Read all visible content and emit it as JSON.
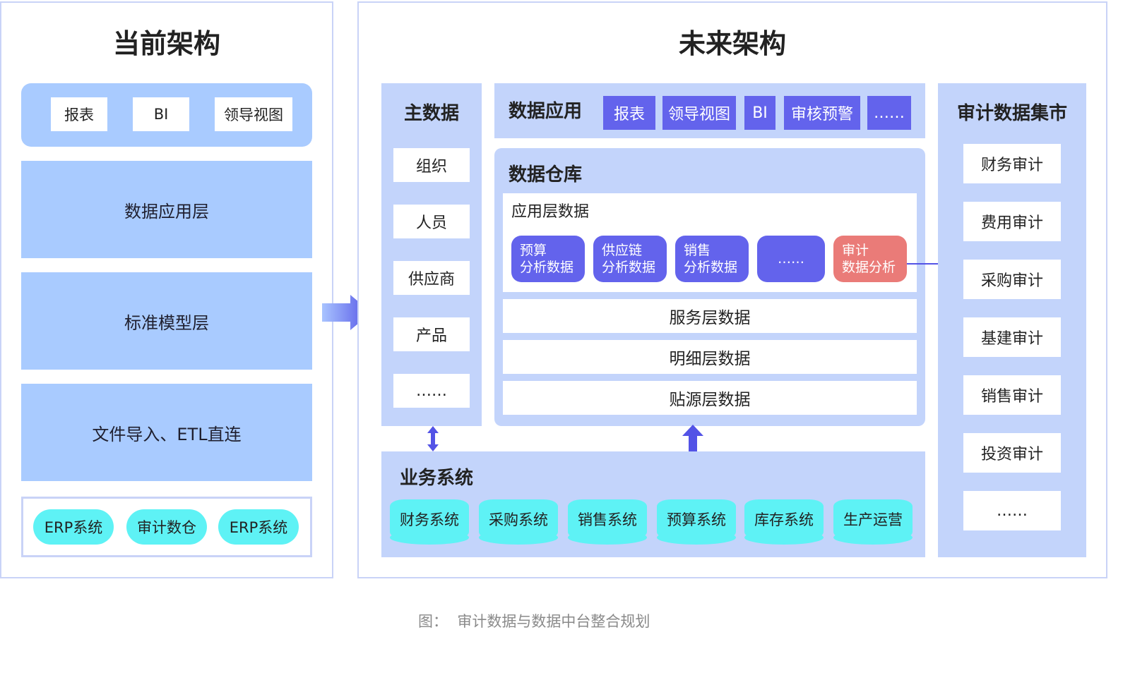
{
  "current": {
    "title": "当前架构",
    "top_tags": [
      "报表",
      "BI",
      "领导视图"
    ],
    "layers": [
      "数据应用层",
      "标准模型层",
      "文件导入、ETL直连"
    ],
    "sources": [
      "ERP系统",
      "审计数仓",
      "ERP系统"
    ]
  },
  "future": {
    "title": "未来架构",
    "master_data": {
      "title": "主数据",
      "items": [
        "组织",
        "人员",
        "供应商",
        "产品",
        "……"
      ]
    },
    "data_app": {
      "title": "数据应用",
      "tags": [
        "报表",
        "领导视图",
        "BI",
        "审核预警",
        "……"
      ]
    },
    "warehouse": {
      "title": "数据仓库",
      "app_layer_title": "应用层数据",
      "chips": [
        {
          "line1": "预算",
          "line2": "分析数据"
        },
        {
          "line1": "供应链",
          "line2": "分析数据"
        },
        {
          "line1": "销售",
          "line2": "分析数据"
        },
        {
          "line1": "……",
          "line2": ""
        },
        {
          "line1": "审计",
          "line2": "数据分析"
        }
      ],
      "layers": [
        "服务层数据",
        "明细层数据",
        "贴源层数据"
      ]
    },
    "business": {
      "title": "业务系统",
      "systems": [
        "财务系统",
        "采购系统",
        "销售系统",
        "预算系统",
        "库存系统",
        "生产运营"
      ]
    },
    "audit_mart": {
      "title": "审计数据集市",
      "items": [
        "财务审计",
        "费用审计",
        "采购审计",
        "基建审计",
        "销售审计",
        "投资审计",
        "……"
      ]
    }
  },
  "caption": "图：  审计数据与数据中台整合规划",
  "colors": {
    "border": "#c9d3f7",
    "light_blue": "#a9cbff",
    "pale_blue": "#c3d4fb",
    "purple": "#6363ec",
    "cyan": "#5ef2f5",
    "red": "#ea7b78"
  }
}
